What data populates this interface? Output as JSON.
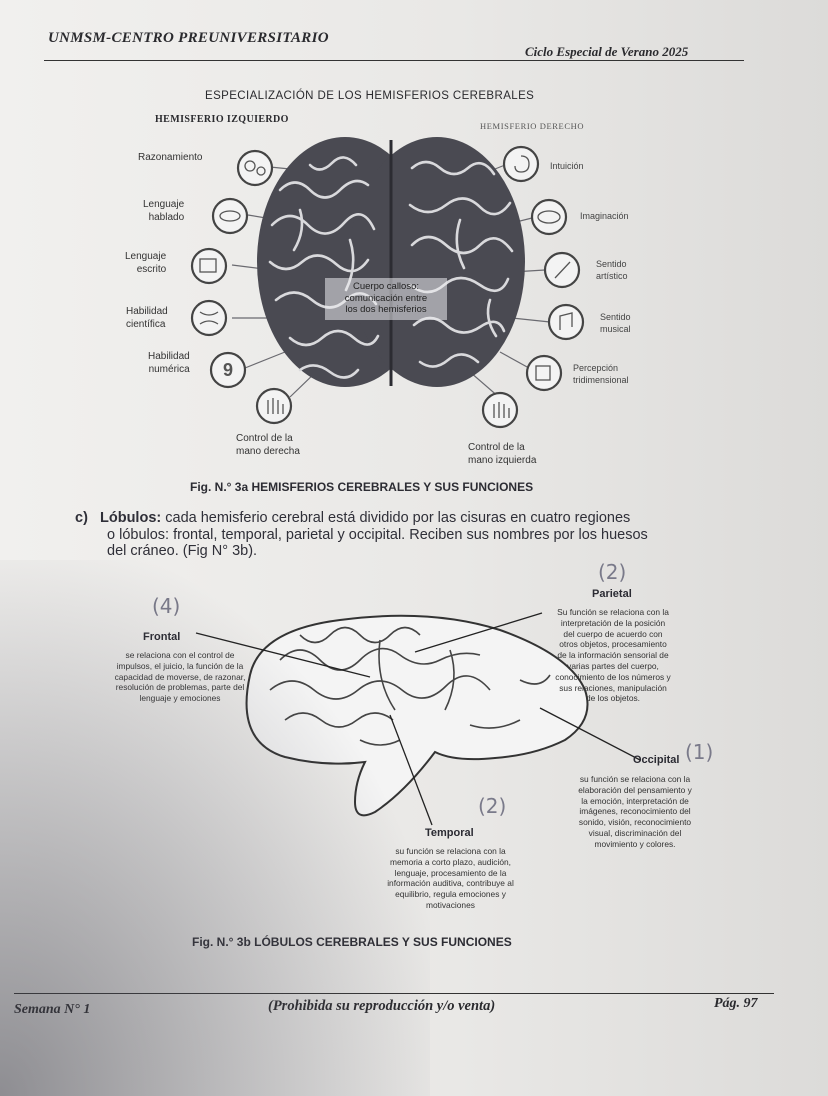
{
  "header": {
    "institution": "UNMSM-CENTRO PREUNIVERSITARIO",
    "cycle": "Ciclo Especial de Verano 2025"
  },
  "figure_a": {
    "title": "ESPECIALIZACIÓN DE LOS HEMISFERIOS CEREBRALES",
    "left_heading": "HEMISFERIO IZQUIERDO",
    "right_heading": "HEMISFERIO DERECHO",
    "left_items": [
      [
        "Razonamiento"
      ],
      [
        "Lenguaje",
        "hablado"
      ],
      [
        "Lenguaje",
        "escrito"
      ],
      [
        "Habilidad",
        "científica"
      ],
      [
        "Habilidad",
        "numérica"
      ]
    ],
    "right_items": [
      [
        "Intuición"
      ],
      [
        "Imaginación"
      ],
      [
        "Sentido",
        "artístico"
      ],
      [
        "Sentido",
        "musical"
      ],
      [
        "Percepción",
        "tridimensional"
      ]
    ],
    "corpus": [
      "Cuerpo calloso:",
      "comunicación entre",
      "los dos hemisferios"
    ],
    "control_right_hand": [
      "Control de la",
      "mano derecha"
    ],
    "control_left_hand": [
      "Control de la",
      "mano izquierda"
    ],
    "caption": "Fig. N.° 3a HEMISFERIOS CEREBRALES Y SUS FUNCIONES",
    "icon_names": [
      "gears-icon",
      "mouth-icon",
      "writing-icon",
      "dna-icon",
      "number-nine-icon",
      "head-icon",
      "cloud-icon",
      "paintbrush-icon",
      "music-note-icon",
      "cube-icon",
      "right-hand-icon",
      "left-hand-icon"
    ]
  },
  "paragraph": {
    "marker": "c)",
    "term": "Lóbulos:",
    "line1": "cada hemisferio cerebral está dividido por las cisuras en cuatro regiones",
    "line2": "o lóbulos: frontal, temporal, parietal y occipital. Reciben sus nombres por los huesos",
    "line3": "del cráneo. (Fig N° 3b)."
  },
  "figure_b": {
    "frontal": {
      "name": "Frontal",
      "hand_note": "(4)",
      "lines": [
        "se relaciona con el control de",
        "impulsos, el juicio, la función de la",
        "capacidad de moverse, de razonar,",
        "resolución de problemas, parte del",
        "lenguaje y emociones"
      ]
    },
    "parietal": {
      "name": "Parietal",
      "hand_note": "(2)",
      "lines": [
        "Su función se relaciona con la",
        "interpretación de la posición",
        "del cuerpo de acuerdo con",
        "otros objetos, procesamiento",
        "de la información sensorial de",
        "varias partes del cuerpo,",
        "conocimiento de los números y",
        "sus relaciones, manipulación",
        "de los objetos."
      ]
    },
    "occipital": {
      "name": "Occipital",
      "hand_note": "(1)",
      "lines": [
        "su función se relaciona con la",
        "elaboración del pensamiento y",
        "la emoción, interpretación de",
        "imágenes, reconocimiento del",
        "sonido, visión, reconocimiento",
        "visual, discriminación del",
        "movimiento y colores."
      ]
    },
    "temporal": {
      "name": "Temporal",
      "hand_note": "(2)",
      "lines": [
        "su función se relaciona con la",
        "memoria a corto plazo, audición,",
        "lenguaje, procesamiento de la",
        "información auditiva, contribuye al",
        "equilibrio, regula emociones y",
        "motivaciones"
      ]
    },
    "caption": "Fig. N.° 3b LÓBULOS CEREBRALES Y SUS FUNCIONES"
  },
  "footer": {
    "week": "Semana N° 1",
    "notice": "(Prohibida su reproducción y/o venta)",
    "page": "Pág. 97"
  }
}
